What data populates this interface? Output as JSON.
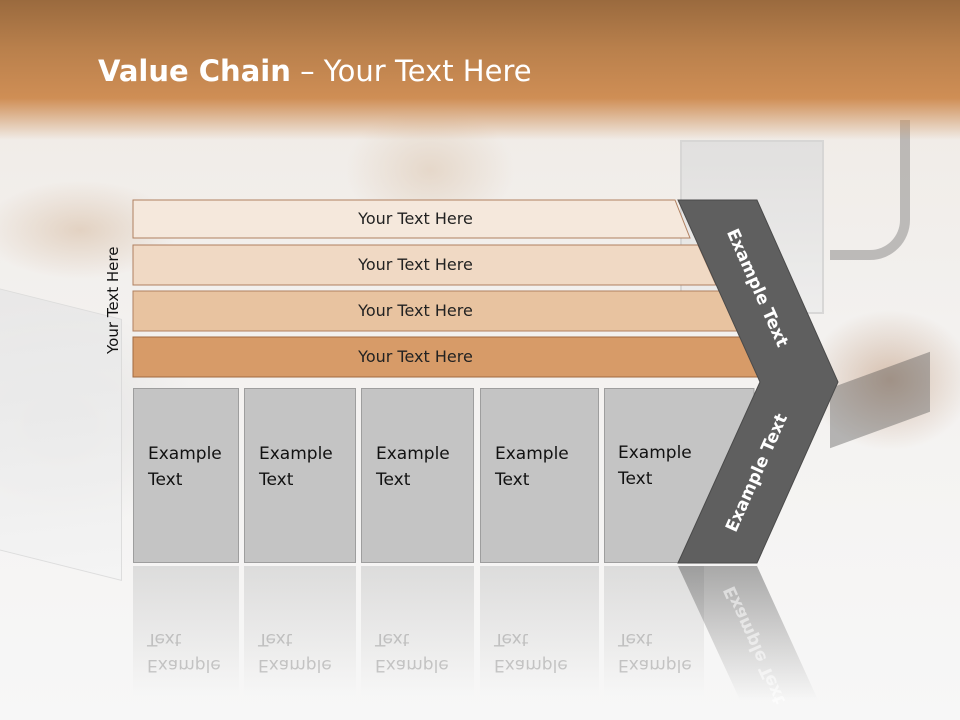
{
  "title": {
    "bold": "Value Chain",
    "rest": " – Your Text Here"
  },
  "side_label": "Your Text Here",
  "bars": [
    {
      "label": "Your Text Here",
      "color": "#f5e8dc"
    },
    {
      "label": "Your Text Here",
      "color": "#f0d9c4"
    },
    {
      "label": "Your Text Here",
      "color": "#e8c3a0"
    },
    {
      "label": "Your Text Here",
      "color": "#d79b68"
    }
  ],
  "columns": [
    {
      "line1": "Example",
      "line2": "Text"
    },
    {
      "line1": "Example",
      "line2": "Text"
    },
    {
      "line1": "Example",
      "line2": "Text"
    },
    {
      "line1": "Example",
      "line2": "Text"
    },
    {
      "line1": "Example",
      "line2": "Text"
    }
  ],
  "arrow": {
    "upper_label": "Example Text",
    "lower_label": "Example Text",
    "color": "#5f5f5f"
  }
}
